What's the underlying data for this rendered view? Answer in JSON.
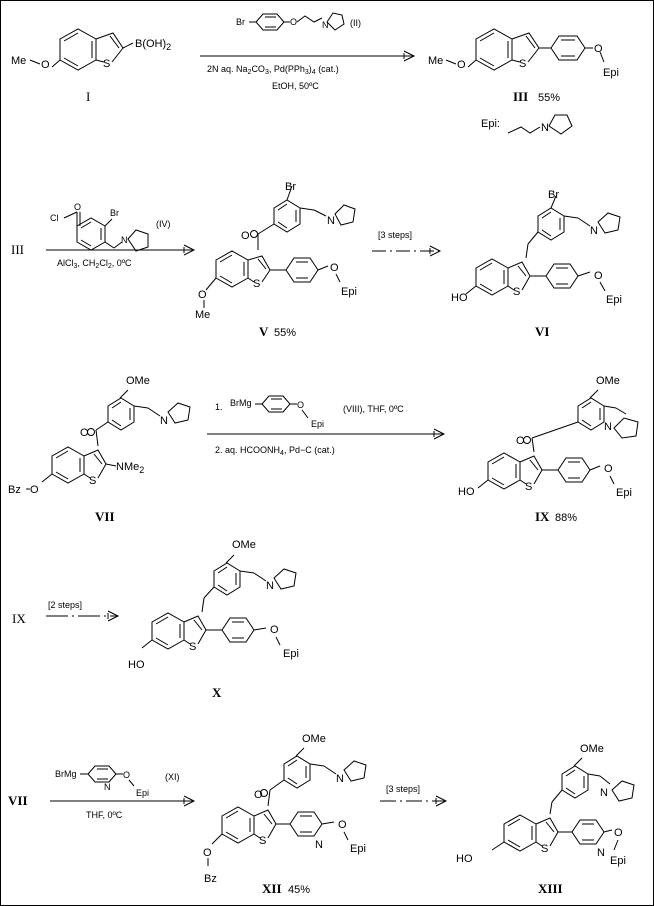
{
  "scheme": {
    "r1": {
      "sm_label": "I",
      "sm_me": "Me",
      "sm_o": "O",
      "sm_s": "S",
      "sm_boron": "B(OH)",
      "sm_boron_sub": "2",
      "reagent_br": "Br",
      "reagent_o": "O",
      "reagent_n": "N",
      "reagent_label": "(II)",
      "cond1_a": "2N aq. Na",
      "cond1_b": "2",
      "cond1_c": "CO",
      "cond1_d": "3",
      "cond1_e": ", Pd(PPh",
      "cond1_f": "3",
      "cond1_g": ")",
      "cond1_h": "4",
      "cond1_i": " (cat.)",
      "cond2": "EtOH, 50ºC",
      "prod_me": "Me",
      "prod_o": "O",
      "prod_s": "S",
      "prod_o2": "O",
      "prod_epi": "Epi",
      "prod_label": "III",
      "prod_yield": "55%",
      "epi_def": "Epi:",
      "epi_n": "N"
    },
    "r2": {
      "sm_label": "III",
      "rg_o": "O",
      "rg_cl": "Cl",
      "rg_br": "Br",
      "rg_n": "N",
      "rg_label": "(IV)",
      "cond_a": "AlCl",
      "cond_b": "3",
      "cond_c": ", CH",
      "cond_d": "2",
      "cond_e": "Cl",
      "cond_f": "2",
      "cond_g": ", 0ºC",
      "v_br": "Br",
      "v_n": "N",
      "v_o": "O",
      "v_s": "S",
      "v_o2": "O",
      "v_me": "Me",
      "v_o3": "O",
      "v_epi": "Epi",
      "v_label": "V",
      "v_yield": "55%",
      "steps": "[3 steps]",
      "vi_br": "Br",
      "vi_n": "N",
      "vi_ho": "HO",
      "vi_s": "S",
      "vi_o": "O",
      "vi_epi": "Epi",
      "vi_label": "VI"
    },
    "r3": {
      "vii_ome": "OMe",
      "vii_n": "N",
      "vii_o": "O",
      "vii_bz": "Bz",
      "vii_o2": "O",
      "vii_s": "S",
      "vii_nme": "NMe",
      "vii_nme_sub": "2",
      "vii_label": "VII",
      "grig_a": "1.",
      "grig_brmg": "BrMg",
      "grig_o": "O",
      "grig_epi": "Epi",
      "grig_label": "(VIII), THF, 0ºC",
      "cond2": "2. aq. HCOONH",
      "cond2_sub": "4",
      "cond2_b": ", Pd−C (cat.)",
      "ix_ome": "OMe",
      "ix_n": "N",
      "ix_o": "O",
      "ix_ho": "HO",
      "ix_s": "S",
      "ix_o2": "O",
      "ix_epi": "Epi",
      "ix_label": "IX",
      "ix_yield": "88%"
    },
    "r4": {
      "sm_label": "IX",
      "steps": "[2 steps]",
      "x_ome": "OMe",
      "x_n": "N",
      "x_ho": "HO",
      "x_s": "S",
      "x_o": "O",
      "x_epi": "Epi",
      "x_label": "X"
    },
    "r5": {
      "sm_label": "VII",
      "grig_brmg": "BrMg",
      "grig_n": "N",
      "grig_o": "O",
      "grig_epi": "Epi",
      "grig_label": "(XI)",
      "cond": "THF, 0ºC",
      "xii_ome": "OMe",
      "xii_n": "N",
      "xii_o": "O",
      "xii_o2": "O",
      "xii_bz": "Bz",
      "xii_s": "S",
      "xii_npy": "N",
      "xii_o3": "O",
      "xii_epi": "Epi",
      "xii_label": "XII",
      "xii_yield": "45%",
      "steps": "[3 steps]",
      "xiii_ome": "OMe",
      "xiii_n": "N",
      "xiii_ho": "HO",
      "xiii_s": "S",
      "xiii_npy": "N",
      "xiii_o": "O",
      "xiii_epi": "Epi",
      "xiii_label": "XIII"
    }
  }
}
